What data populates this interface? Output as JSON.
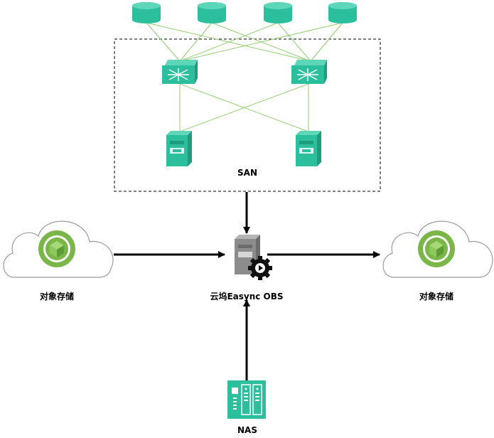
{
  "labels": {
    "san": "SAN",
    "left_storage": "对象存储",
    "right_storage": "对象存储",
    "center_server": "云坞Easync OBS",
    "nas": "NAS"
  },
  "colors": {
    "teal": "#2bbf9d",
    "teal_dark": "#1f9b7e",
    "teal_light": "#5ed6ba",
    "link_green": "#8fcf6f",
    "object_green": "#7ab648",
    "server_gray": "#8c8c8c",
    "arrow": "#000000"
  },
  "icons": {
    "databases": [
      "database-icon",
      "database-icon",
      "database-icon",
      "database-icon"
    ],
    "switches": [
      "switch-icon",
      "switch-icon"
    ],
    "san_servers": [
      "server-icon",
      "server-icon"
    ],
    "clouds": [
      "cloud-icon",
      "cloud-icon"
    ],
    "center": "server-gear-icon",
    "nas": "nas-icon"
  }
}
